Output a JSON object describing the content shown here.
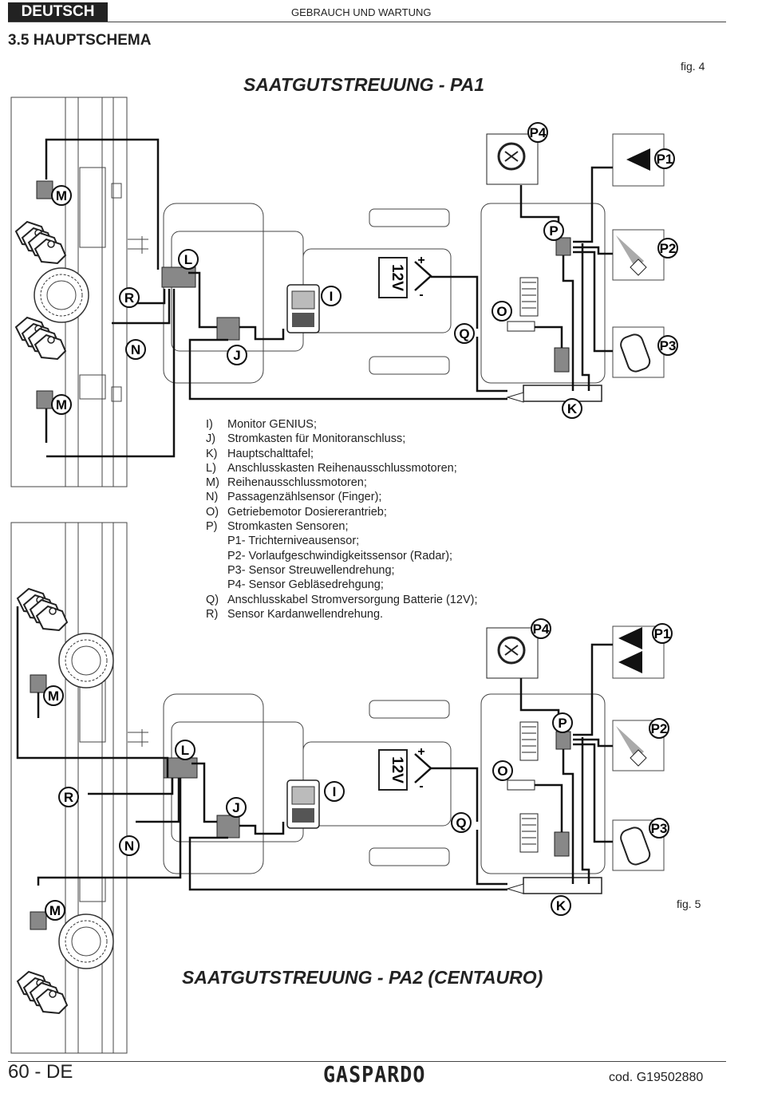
{
  "header": {
    "language": "DEUTSCH",
    "title": "GEBRAUCH UND WARTUNG"
  },
  "section_title": "3.5 HAUPTSCHEMA",
  "figures": {
    "fig4": {
      "label": "fig. 4",
      "title": "SAATGUTSTREUUNG - PA1"
    },
    "fig5": {
      "label": "fig. 5",
      "title": "SAATGUTSTREUUNG - PA2 (CENTAURO)"
    }
  },
  "diagram_labels": {
    "P4": "P4",
    "P1": "P1",
    "P2": "P2",
    "P3": "P3",
    "P": "P",
    "M": "M",
    "L": "L",
    "R": "R",
    "N": "N",
    "J": "J",
    "I": "I",
    "Q": "Q",
    "O": "O",
    "K": "K",
    "battery": "12V",
    "plus": "+",
    "minus": "-"
  },
  "legend": [
    {
      "key": "I)",
      "text": "Monitor GENIUS;"
    },
    {
      "key": "J)",
      "text": "Stromkasten für Monitoranschluss;"
    },
    {
      "key": "K)",
      "text": "Hauptschalttafel;"
    },
    {
      "key": "L)",
      "text": "Anschlusskasten Reihenausschlussmotoren;"
    },
    {
      "key": "M)",
      "text": "Reihenausschlussmotoren;"
    },
    {
      "key": "N)",
      "text": "Passagenzählsensor (Finger);"
    },
    {
      "key": "O)",
      "text": "Getriebemotor Dosiererantrieb;"
    },
    {
      "key": "P)",
      "text": "Stromkasten Sensoren;"
    }
  ],
  "legend_sub": [
    "P1- Trichterniveausensor;",
    "P2- Vorlaufgeschwindigkeitssensor (Radar);",
    "P3- Sensor Streuwellendrehung;",
    "P4- Sensor Gebläsedrehgung;"
  ],
  "legend_tail": [
    {
      "key": "Q)",
      "text": "Anschlusskabel Stromversorgung Batterie (12V);"
    },
    {
      "key": "R)",
      "text": "Sensor Kardanwellendrehung."
    }
  ],
  "footer": {
    "page": "60 - DE",
    "brand": "GASPARDO",
    "code": "cod.  G19502880"
  }
}
